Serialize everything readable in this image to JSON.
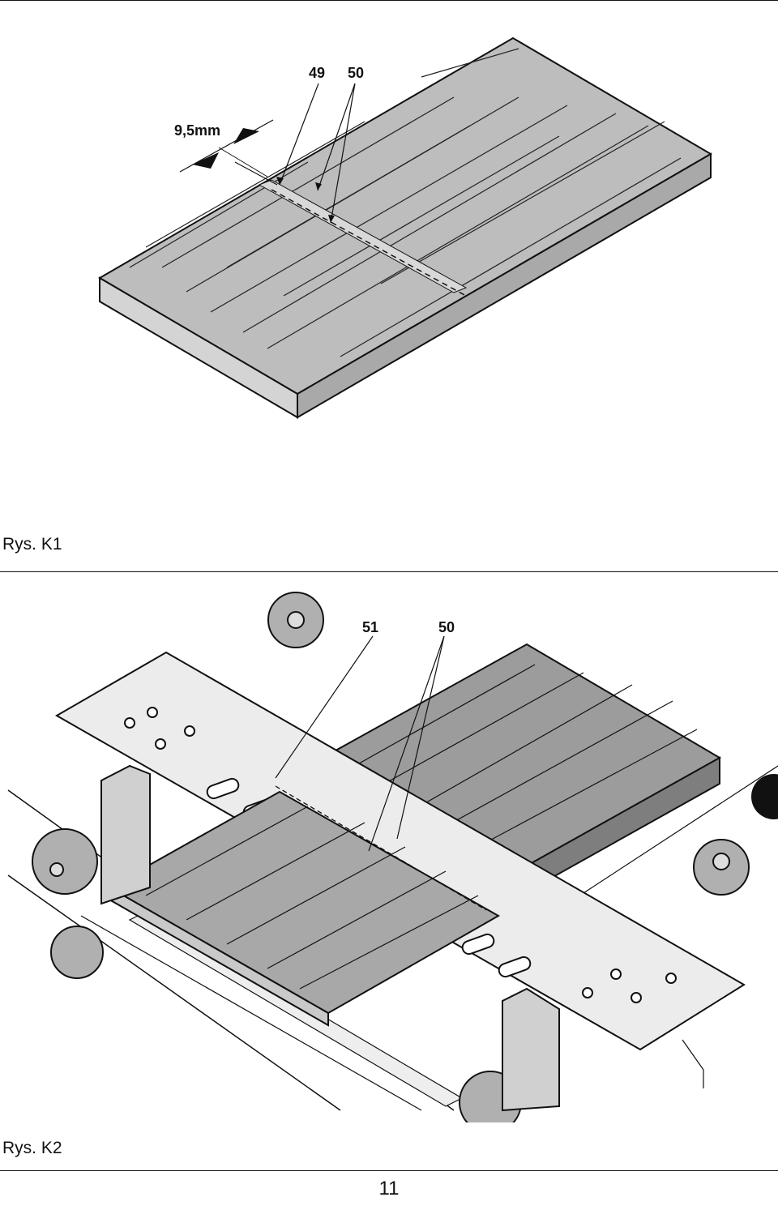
{
  "figure_k1": {
    "caption": "Rys. K1",
    "callouts": {
      "a": "49",
      "b": "50"
    },
    "dimension": "9,5mm"
  },
  "figure_k2": {
    "caption": "Rys. K2",
    "callouts": {
      "a": "51",
      "b": "50"
    }
  },
  "page_number": "11",
  "colors": {
    "wood": "#b9b9b9",
    "wood_side": "#d2d2d2",
    "ink": "#111111",
    "metal": "#e8e8e8"
  }
}
